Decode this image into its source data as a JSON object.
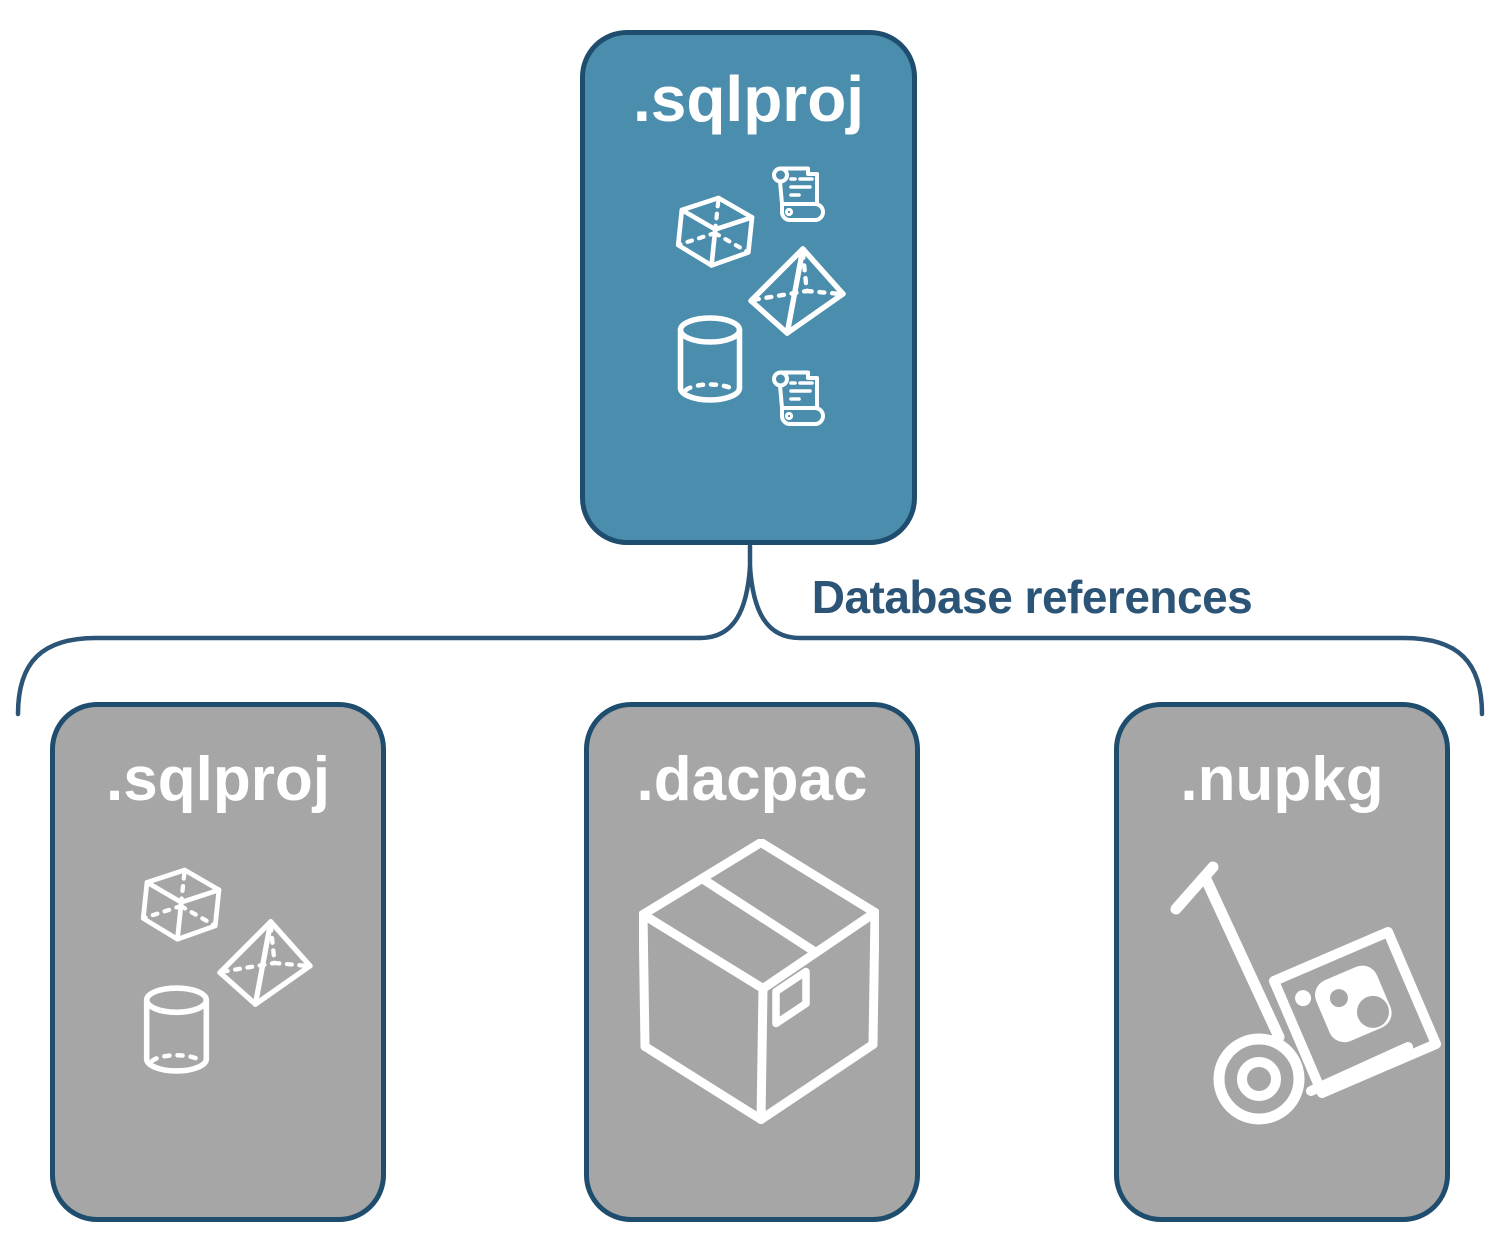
{
  "main_node": {
    "label": ".sqlproj",
    "icons": [
      "scroll-icon",
      "cube-icon",
      "pyramid-icon",
      "cylinder-icon",
      "scroll-icon"
    ]
  },
  "connector": {
    "label": "Database references"
  },
  "child_nodes": [
    {
      "label": ".sqlproj",
      "icons": [
        "cube-icon",
        "pyramid-icon",
        "cylinder-icon"
      ]
    },
    {
      "label": ".dacpac",
      "icons": [
        "package-box-icon"
      ]
    },
    {
      "label": ".nupkg",
      "icons": [
        "hand-truck-nuget-icon"
      ]
    }
  ],
  "colors": {
    "accent_blue": "#4a8dac",
    "node_gray": "#a6a6a6",
    "border_navy": "#1f4d6d",
    "line_navy": "#2b5476",
    "icon_white": "#ffffff"
  }
}
